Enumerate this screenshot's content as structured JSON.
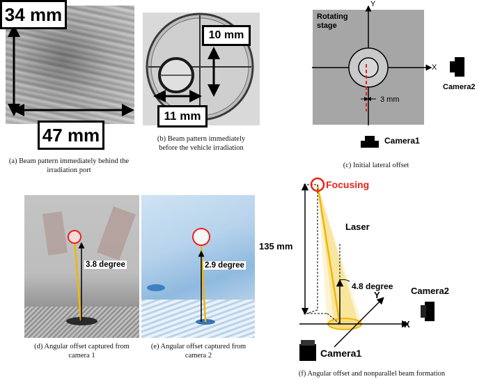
{
  "panel_a": {
    "label_height": "34 mm",
    "label_width": "47 mm",
    "caption_line1": "(a) Beam pattern immediately behind the",
    "caption_line2": "irradiation port"
  },
  "panel_b": {
    "label_height": "10 mm",
    "label_width": "11 mm",
    "caption_line1": "(b) Beam pattern immediately",
    "caption_line2": "before the vehicle irradiation"
  },
  "panel_c": {
    "stage_line1": "Rotating",
    "stage_line2": "stage",
    "axis_y": "Y",
    "axis_x": "X",
    "offset": "3 mm",
    "camera1": "Camera1",
    "camera2": "Camera2",
    "caption": "(c) Initial lateral offset"
  },
  "panel_d": {
    "angle": "3.8 degree",
    "caption_line1": "(d) Angular offset captured from",
    "caption_line2": "camera 1"
  },
  "panel_e": {
    "angle": "2.9 degree",
    "caption_line1": "(e) Angular offset captured from",
    "caption_line2": "camera 2"
  },
  "panel_f": {
    "focusing": "Focusing",
    "laser": "Laser",
    "height": "135 mm",
    "angle": "4.8 degree",
    "axis_y": "Y",
    "axis_x": "X",
    "camera1": "Camera1",
    "camera2": "Camera2",
    "caption": "(f) Angular offset and nonparallel beam formation"
  },
  "colors": {
    "focus_red": "#e8231c",
    "laser_yellow": "#f2c94c",
    "stage_gray": "#a6a6a6"
  }
}
